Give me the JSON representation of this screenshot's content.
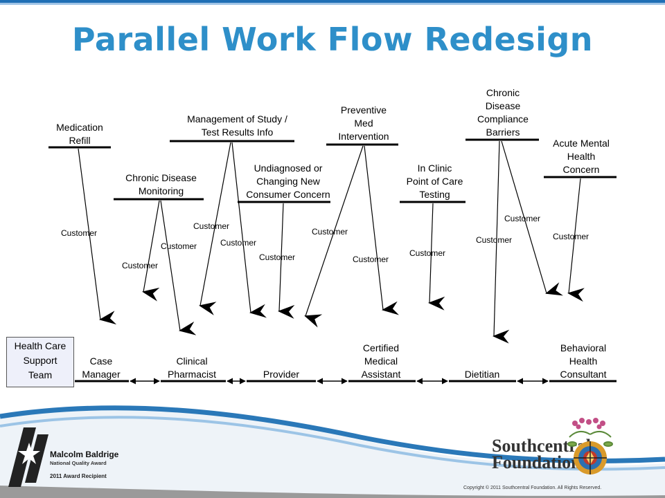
{
  "title": "Parallel Work Flow Redesign",
  "colors": {
    "title": "#2e8fc9",
    "accent_blue": "#1f6fb5",
    "box_fill": "#eef0fa"
  },
  "diagram": {
    "processes": [
      {
        "id": "medication-refill",
        "label": "Medication\nRefill",
        "target": "case-manager"
      },
      {
        "id": "chronic-disease-monitoring",
        "label": "Chronic Disease\nMonitoring",
        "targets": [
          "clinical-pharmacist"
        ]
      },
      {
        "id": "management-of-study",
        "label": "Management  of Study /\nTest Results Info"
      },
      {
        "id": "undiagnosed",
        "label": "Undiagnosed  or\nChanging  New\nConsumer  Concern"
      },
      {
        "id": "preventive-med",
        "label": "Preventive\nMed\nIntervention"
      },
      {
        "id": "in-clinic-testing",
        "label": "In Clinic\nPoint of Care\nTesting"
      },
      {
        "id": "chronic-disease-compliance",
        "label": "Chronic\nDisease\nCompliance\nBarriers"
      },
      {
        "id": "acute-mental-health",
        "label": "Acute Mental\nHealth\nConcern"
      }
    ],
    "customer_label": "Customer",
    "team_box": "Health Care\nSupport\nTeam",
    "roles": [
      {
        "id": "case-manager",
        "label": "Case\nManager"
      },
      {
        "id": "clinical-pharmacist",
        "label": "Clinical\nPharmacist"
      },
      {
        "id": "provider",
        "label": "Provider"
      },
      {
        "id": "certified-medical-assistant",
        "label": "Certified\nMedical\nAssistant"
      },
      {
        "id": "dietitian",
        "label": "Dietitian"
      },
      {
        "id": "behavioral-health-consultant",
        "label": "Behavioral\nHealth\nConsultant"
      }
    ]
  },
  "footer": {
    "award_name": "Malcolm Baldrige",
    "award_sub": "National Quality Award",
    "award_year": "2011 Award Recipient",
    "org_line1": "Southcentral",
    "org_line2": "Foundation",
    "copyright": "Copyright © 2011  Southcentral  Foundation.  All Rights Reserved."
  }
}
